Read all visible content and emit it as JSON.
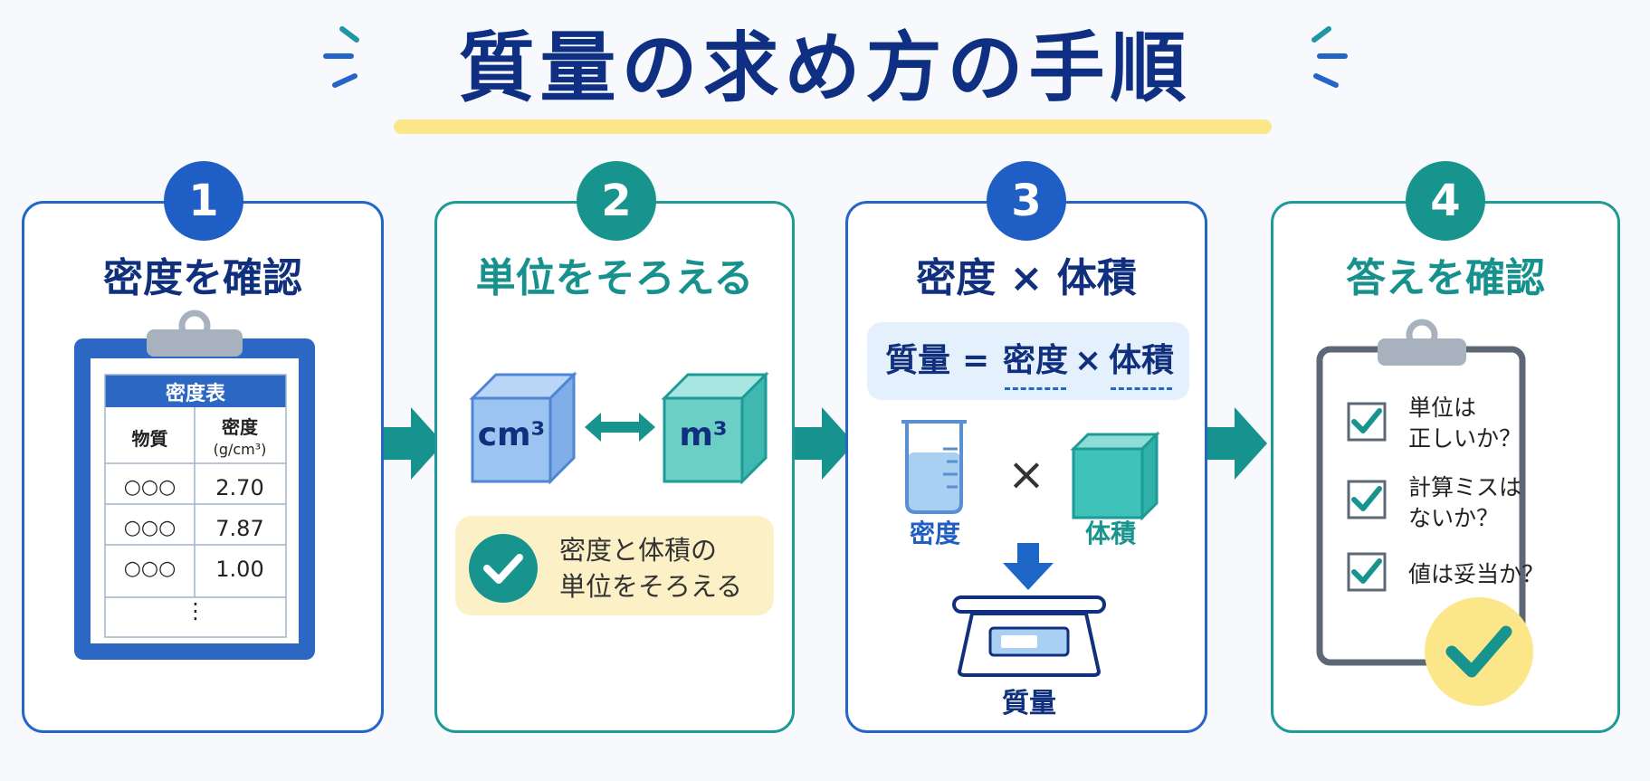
{
  "title": "質量の求め方の手順",
  "steps": [
    {
      "number": "1",
      "title": "密度を確認"
    },
    {
      "number": "2",
      "title": "単位をそろえる"
    },
    {
      "number": "3",
      "title": "密度 × 体積"
    },
    {
      "number": "4",
      "title": "答えを確認"
    }
  ],
  "step1": {
    "table_title": "密度表",
    "header_substance": "物質",
    "header_density": "密度",
    "header_unit": "(g/cm³)",
    "rows": [
      {
        "substance": "○○○",
        "density": "2.70"
      },
      {
        "substance": "○○○",
        "density": "7.87"
      },
      {
        "substance": "○○○",
        "density": "1.00"
      }
    ],
    "ellipsis": "⋮"
  },
  "step2": {
    "cube_left": "cm³",
    "cube_right": "m³",
    "note_line1": "密度と体積の",
    "note_line2": "単位をそろえる"
  },
  "step3": {
    "formula_mass": "質量",
    "formula_eq": "=",
    "formula_density": "密度",
    "formula_times": "×",
    "formula_volume": "体積",
    "label_density": "密度",
    "label_times": "×",
    "label_volume": "体積",
    "label_mass": "質量"
  },
  "step4": {
    "checks": [
      {
        "line1": "単位は",
        "line2": "正しいか？"
      },
      {
        "line1": "計算ミスは",
        "line2": "ないか？"
      },
      {
        "line1": "値は妥当か？",
        "line2": ""
      }
    ]
  },
  "colors": {
    "navy": "#0f2f82",
    "blue": "#1f5ec4",
    "teal": "#18948f",
    "yellow": "#fbe68a"
  }
}
